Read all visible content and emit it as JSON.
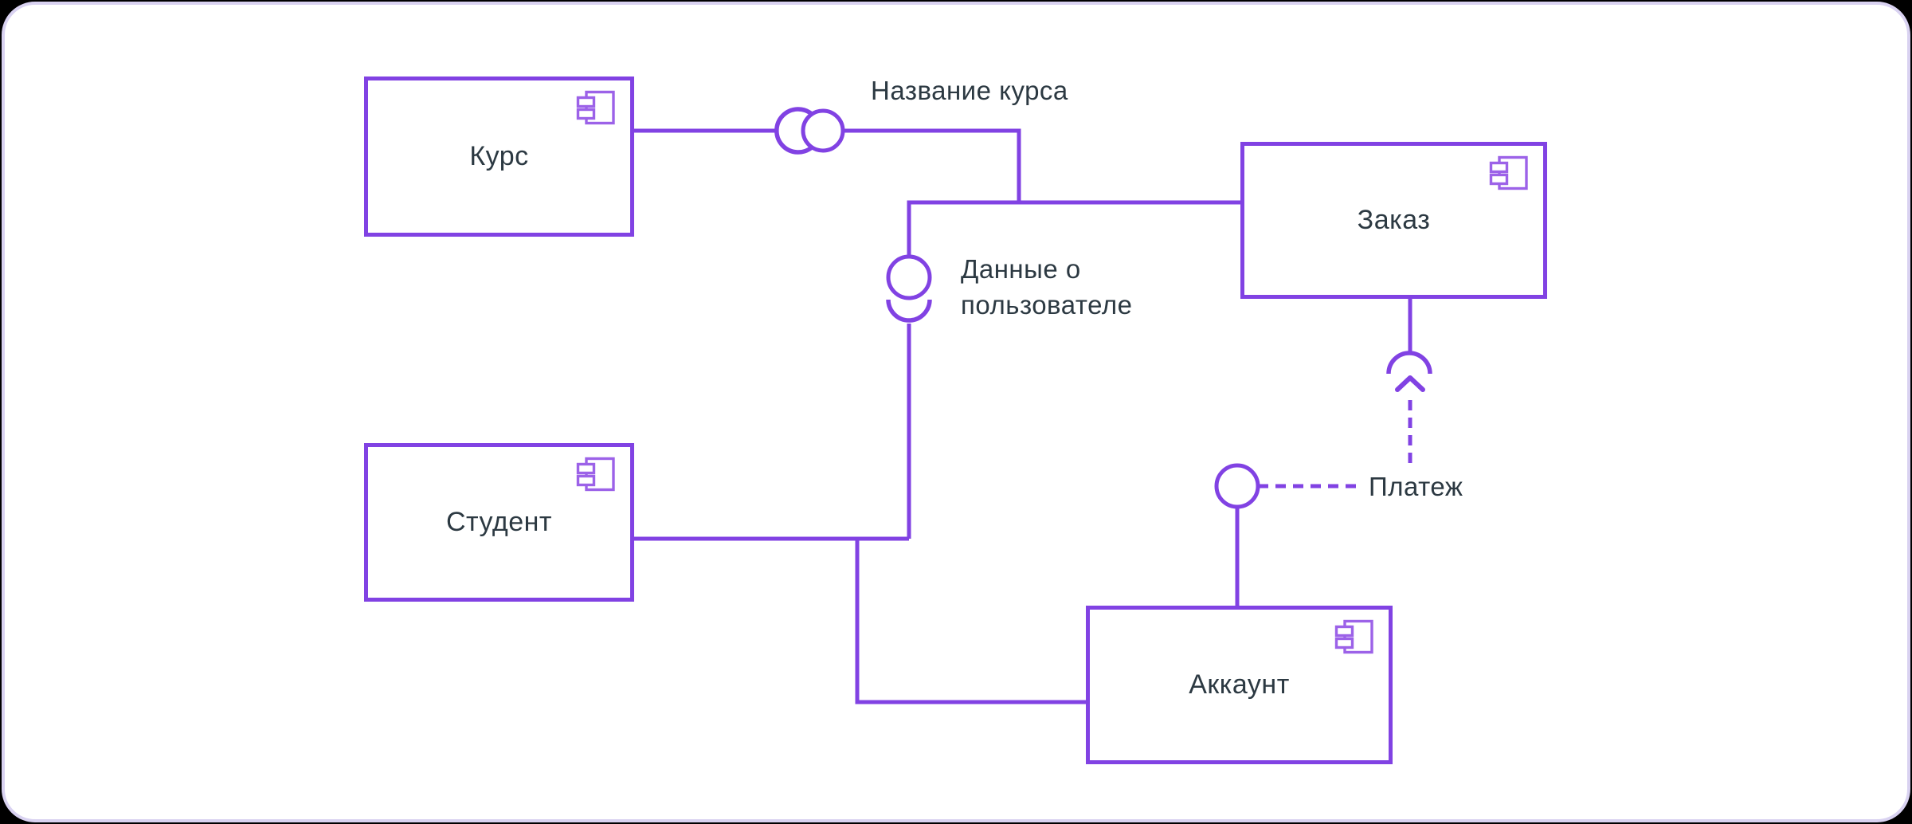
{
  "diagram": {
    "kind": "uml-component-diagram",
    "components": [
      {
        "id": "course",
        "label": "Курс"
      },
      {
        "id": "order",
        "label": "Заказ"
      },
      {
        "id": "student",
        "label": "Студент"
      },
      {
        "id": "account",
        "label": "Аккаунт"
      }
    ],
    "interfaces": [
      {
        "id": "course-name",
        "label": "Название курса",
        "notation": "ball-and-socket"
      },
      {
        "id": "user-data",
        "label": "Данные о пользователе",
        "line1": "Данные о",
        "line2": "пользователе",
        "notation": "ball-and-socket"
      },
      {
        "id": "payment",
        "label": "Платеж",
        "notation": "ball-and-socket-dashed-dependency"
      }
    ],
    "colors": {
      "wire": "#8142e3",
      "component_border": "#8142e3",
      "component_icon": "#9c62e8",
      "text": "#2c3942",
      "canvas_background": "#ffffff",
      "canvas_border": "#d9d2f1",
      "outside_background": "#000000"
    }
  }
}
